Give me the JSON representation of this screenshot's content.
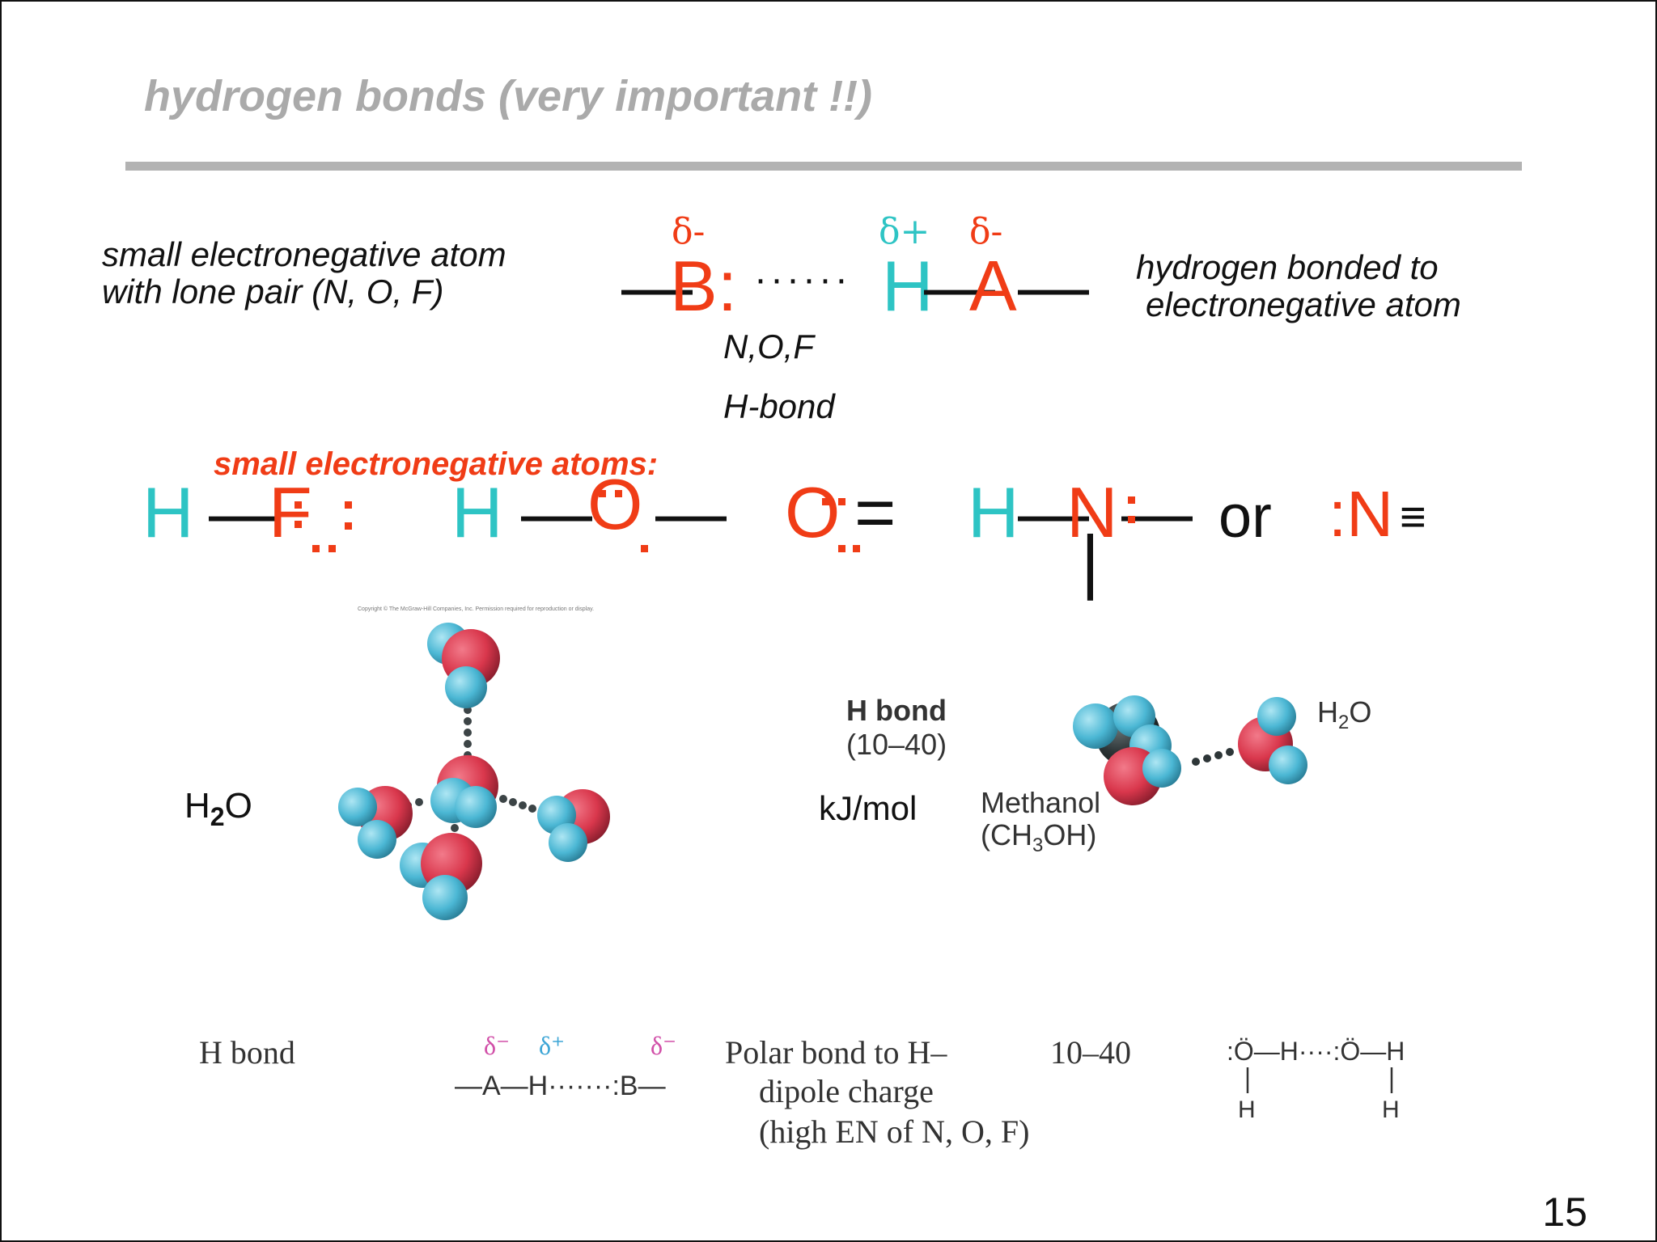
{
  "slide": {
    "title": "hydrogen bonds (very important !!)",
    "page_number": "15"
  },
  "general": {
    "left_label_line1": "small electronegative atom",
    "left_label_line2": "with lone pair (N, O, F)",
    "right_label_line1": "hydrogen bonded to",
    "right_label_line2": "electronegative atom",
    "delta_b": "δ-",
    "delta_h": "δ+",
    "delta_a": "δ-",
    "dash_left": "—",
    "atom_b": "B:",
    "dots": "······",
    "atom_h": "H",
    "dash_mid": "—",
    "atom_a": "A",
    "dash_right": "—",
    "nof_label": "N,O,F",
    "hbond_label": "H-bond"
  },
  "atoms_row": {
    "heading": "small electronegative atoms:",
    "hf_h": "H",
    "hf_bond": "—",
    "hf_f": "F",
    "ho_h": "H",
    "ho_bond": "—",
    "ho_o": "O",
    "ho_bond2": "—",
    "o_dbl_o": "O",
    "o_dbl_bond": "=",
    "hn_h": "H",
    "hn_bond": "—",
    "hn_n": "N",
    "hn_bond2": "—",
    "hn_down": "|",
    "or_text": "or",
    "n_triple_n": ":N",
    "n_triple_bond": "≡"
  },
  "images": {
    "water_label_pre": "H",
    "water_label_sub": "2",
    "water_label_post": "O",
    "copyright": "Copyright © The McGraw-Hill Companies, Inc. Permission required for reproduction or display.",
    "kj_label": "kJ/mol",
    "hbond_title": "H bond",
    "hbond_range": "(10–40)",
    "h2o_pre": "H",
    "h2o_sub": "2",
    "h2o_post": "O",
    "methanol": "Methanol",
    "methanol_formula_pre": "(CH",
    "methanol_formula_sub": "3",
    "methanol_formula_post": "OH)"
  },
  "table_row": {
    "type": "H bond",
    "delta_a": "δ⁻",
    "delta_h": "δ⁺",
    "delta_b": "δ⁻",
    "structure": "—A—H·······:B—",
    "desc_line1": "Polar bond to H–",
    "desc_line2": "dipole charge",
    "desc_line3": "(high EN of N, O, F)",
    "energy": "10–40",
    "example": ":Ö—H····:Ö—H",
    "example_h1": "H",
    "example_h2": "H"
  },
  "colors": {
    "oxygen": "#d9374c",
    "hydrogen": "#4bb7d4",
    "carbon": "#2e3638",
    "accent_red": "#f03c16",
    "accent_teal": "#2ec4c4"
  }
}
